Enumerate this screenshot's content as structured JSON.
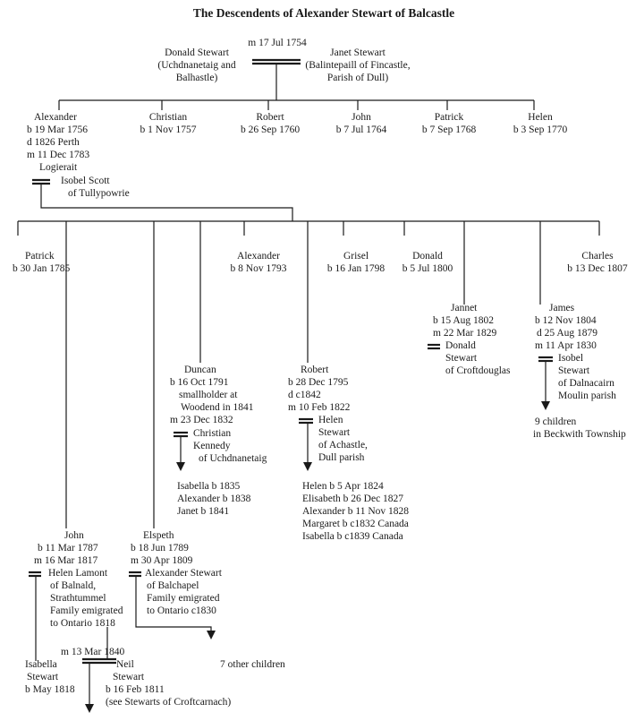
{
  "title": "The Descendents of Alexander Stewart of Balcastle",
  "root": {
    "marriage": "m 17 Jul 1754",
    "husband": [
      "Donald Stewart",
      "(Uchdnanetaig and",
      "Balhastle)"
    ],
    "wife": [
      "Janet Stewart",
      "(Balintepaill of Fincastle,",
      "Parish of Dull)"
    ]
  },
  "gen2": [
    {
      "id": "alexander",
      "lines": [
        "Alexander",
        "b 19 Mar 1756",
        "d 1826 Perth",
        "m 11 Dec 1783",
        "Logierait"
      ]
    },
    {
      "id": "christian",
      "lines": [
        "Christian",
        "b 1 Nov 1757"
      ]
    },
    {
      "id": "robert",
      "lines": [
        "Robert",
        "b 26 Sep 1760"
      ]
    },
    {
      "id": "john",
      "lines": [
        "John",
        "b 7 Jul 1764"
      ]
    },
    {
      "id": "patrick",
      "lines": [
        "Patrick",
        "b 7 Sep 1768"
      ]
    },
    {
      "id": "helen",
      "lines": [
        "Helen",
        "b 3 Sep 1770"
      ]
    }
  ],
  "alexander_spouse": [
    "Isobel Scott",
    "of Tullypowrie"
  ],
  "gen3": [
    {
      "id": "patrick",
      "lines": [
        "Patrick",
        "b 30 Jan 1785"
      ]
    },
    {
      "id": "alexander",
      "lines": [
        "Alexander",
        "b 8 Nov 1793"
      ]
    },
    {
      "id": "grisel",
      "lines": [
        "Grisel",
        "b 16 Jan 1798"
      ]
    },
    {
      "id": "donald",
      "lines": [
        "Donald",
        "b 5 Jul 1800"
      ]
    },
    {
      "id": "charles",
      "lines": [
        "Charles",
        "b 13 Dec 1807"
      ]
    },
    {
      "id": "jannet",
      "lines": [
        "Jannet",
        "b  15 Aug 1802",
        "m 22 Mar 1829"
      ]
    },
    {
      "id": "james",
      "lines": [
        "James",
        "b 12 Nov 1804",
        "d 25 Aug 1879",
        "m 11 Apr 1830"
      ]
    },
    {
      "id": "duncan",
      "lines": [
        "Duncan",
        "b 16 Oct 1791",
        "smallholder at",
        "Woodend in 1841",
        "m 23 Dec 1832"
      ]
    },
    {
      "id": "robert",
      "lines": [
        "Robert",
        "b 28 Dec 1795",
        "d  c1842",
        "m 10 Feb 1822"
      ]
    },
    {
      "id": "john",
      "lines": [
        "John",
        "b 11 Mar 1787",
        "m 16 Mar 1817"
      ]
    },
    {
      "id": "elspeth",
      "lines": [
        "Elspeth",
        "b 18 Jun 1789",
        "m 30 Apr 1809"
      ]
    }
  ],
  "spouses": {
    "jannet": [
      "Donald",
      "Stewart",
      "of Croftdouglas"
    ],
    "james": [
      "Isobel",
      "Stewart",
      "of Dalnacairn",
      "Moulin parish"
    ],
    "duncan": [
      "Christian",
      "Kennedy",
      "of Uchdnanetaig"
    ],
    "robert": [
      "Helen",
      "Stewart",
      "of Achastle,",
      "Dull parish"
    ],
    "john": [
      "Helen Lamont",
      "of Balnald,",
      "Strathtummel",
      "Family emigrated",
      "to Ontario 1818"
    ],
    "elspeth": [
      "Alexander Stewart",
      "of Balchapel",
      "Family emigrated",
      "to Ontario c1830"
    ]
  },
  "children": {
    "james": [
      "9 children",
      "in Beckwith Township"
    ],
    "duncan": [
      "Isabella b 1835",
      "Alexander b 1838",
      "Janet b 1841"
    ],
    "robert": [
      "Helen b 5 Apr 1824",
      "Elisabeth b 26 Dec 1827",
      "Alexander b 11 Nov 1828",
      "Margaret b c1832 Canada",
      "Isabella b c1839 Canada"
    ],
    "elspeth_other": "7 other children"
  },
  "gen4": {
    "marriage": "m 13 Mar 1840",
    "isabella": [
      "Isabella",
      "Stewart",
      "b May 1818"
    ],
    "neil": [
      "Neil",
      "Stewart",
      "b 16 Feb 1811",
      "(see Stewarts of Croftcarnach)"
    ]
  }
}
